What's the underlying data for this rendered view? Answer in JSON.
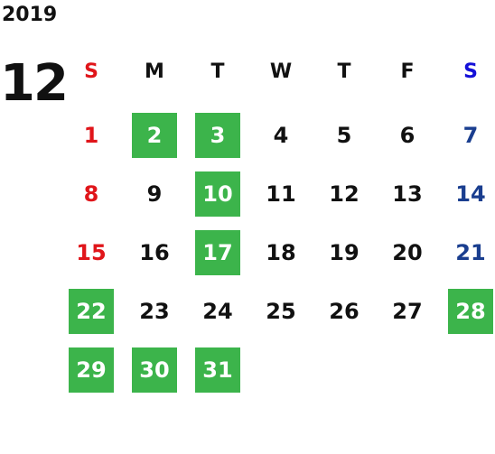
{
  "year": "2019",
  "month": "12",
  "weekdays": [
    "S",
    "M",
    "T",
    "W",
    "T",
    "F",
    "S"
  ],
  "days": {
    "d1": "1",
    "d2": "2",
    "d3": "3",
    "d4": "4",
    "d5": "5",
    "d6": "6",
    "d7": "7",
    "d8": "8",
    "d9": "9",
    "d10": "10",
    "d11": "11",
    "d12": "12",
    "d13": "13",
    "d14": "14",
    "d15": "15",
    "d16": "16",
    "d17": "17",
    "d18": "18",
    "d19": "19",
    "d20": "20",
    "d21": "21",
    "d22": "22",
    "d23": "23",
    "d24": "24",
    "d25": "25",
    "d26": "26",
    "d27": "27",
    "d28": "28",
    "d29": "29",
    "d30": "30",
    "d31": "31"
  },
  "highlighted_days": [
    "2",
    "3",
    "10",
    "17",
    "22",
    "28",
    "29",
    "30",
    "31"
  ],
  "colors": {
    "highlight": "#3cb44b",
    "sunday": "#e0151a",
    "saturday_header": "#1410d8",
    "saturday": "#1a3e8f",
    "text": "#111111"
  }
}
